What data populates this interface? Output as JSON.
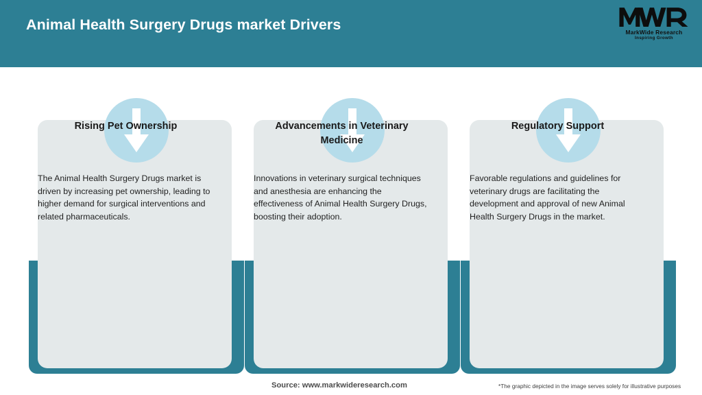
{
  "header": {
    "title": "Animal Health Surgery Drugs market Drivers",
    "bar_color": "#2d7f94",
    "title_color": "#ffffff"
  },
  "logo": {
    "mark": "MWR",
    "name": "MarkWide Research",
    "tagline": "Inspiring Growth"
  },
  "theme": {
    "teal": "#2d7f94",
    "card_gray": "#e4e9ea",
    "icon_blue": "#b5dcea",
    "arrow_white": "#ffffff"
  },
  "cards": [
    {
      "icon": "arrow-down-icon",
      "title": "Rising Pet Ownership",
      "body": "The Animal Health Surgery Drugs market is driven by increasing pet ownership, leading to higher demand for surgical interventions and related pharmaceuticals."
    },
    {
      "icon": "arrow-down-icon",
      "title": "Advancements in Veterinary Medicine",
      "body": "Innovations in veterinary surgical techniques and anesthesia are enhancing the effectiveness of Animal Health Surgery Drugs, boosting their adoption."
    },
    {
      "icon": "arrow-down-icon",
      "title": "Regulatory Support",
      "body": "Favorable regulations and guidelines for veterinary drugs are facilitating the development and approval of new Animal Health Surgery Drugs in the market."
    }
  ],
  "footer": {
    "source": "Source: www.markwideresearch.com",
    "disclaimer": "*The graphic depicted in the image serves solely for illustrative purposes"
  }
}
